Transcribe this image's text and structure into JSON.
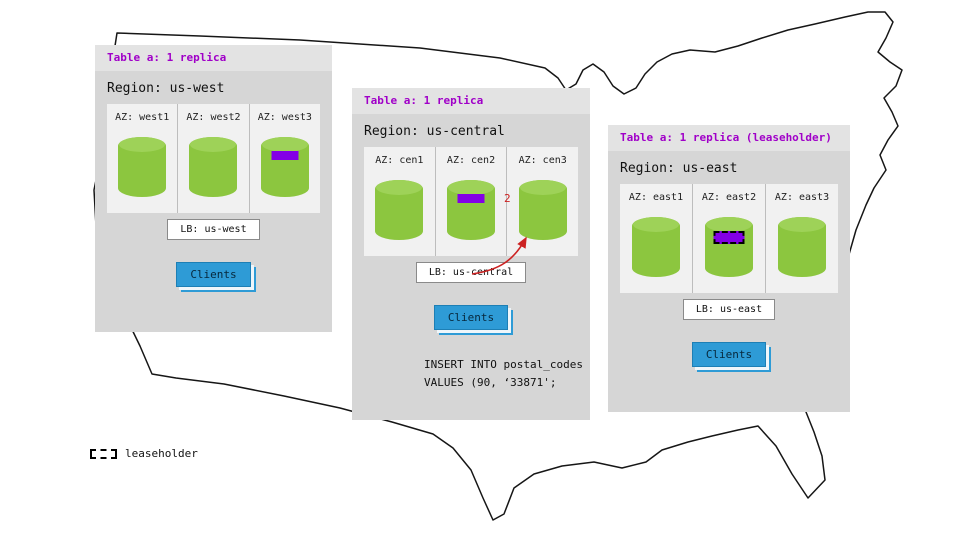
{
  "legend": {
    "swatch": "dashed-rectangle-icon",
    "label": "leaseholder"
  },
  "arrow": {
    "label": "2",
    "color": "#cc2222"
  },
  "sql": {
    "line1": "INSERT INTO postal_codes",
    "line2": "VALUES (90, ‘33871';"
  },
  "colors": {
    "panel": "#d6d6d6",
    "panel_header": "#e3e3e3",
    "az_box": "#f1f1f1",
    "table_label_purple": "#a000c8",
    "replica_marker_purple": "#8300e6",
    "cylinder_green": "#8cc63f",
    "clients_blue": "#2e9bd6",
    "arrow_red": "#cc2222"
  },
  "panels": [
    {
      "id": "us-west",
      "table_label": "Table a: 1 replica",
      "region_label": "Region: us-west",
      "azs": [
        {
          "label": "AZ: west1",
          "replica_marker": false,
          "leaseholder": false
        },
        {
          "label": "AZ: west2",
          "replica_marker": false,
          "leaseholder": false
        },
        {
          "label": "AZ: west3",
          "replica_marker": true,
          "leaseholder": false
        }
      ],
      "lb_label": "LB: us-west",
      "clients_label": "Clients"
    },
    {
      "id": "us-central",
      "table_label": "Table a: 1 replica",
      "region_label": "Region: us-central",
      "azs": [
        {
          "label": "AZ: cen1",
          "replica_marker": false,
          "leaseholder": false
        },
        {
          "label": "AZ: cen2",
          "replica_marker": true,
          "leaseholder": false
        },
        {
          "label": "AZ: cen3",
          "replica_marker": false,
          "leaseholder": false
        }
      ],
      "lb_label": "LB: us-central",
      "clients_label": "Clients"
    },
    {
      "id": "us-east",
      "table_label": "Table a: 1 replica (leaseholder)",
      "region_label": "Region: us-east",
      "azs": [
        {
          "label": "AZ: east1",
          "replica_marker": false,
          "leaseholder": false
        },
        {
          "label": "AZ: east2",
          "replica_marker": true,
          "leaseholder": true
        },
        {
          "label": "AZ: east3",
          "replica_marker": false,
          "leaseholder": false
        }
      ],
      "lb_label": "LB: us-east",
      "clients_label": "Clients"
    }
  ]
}
